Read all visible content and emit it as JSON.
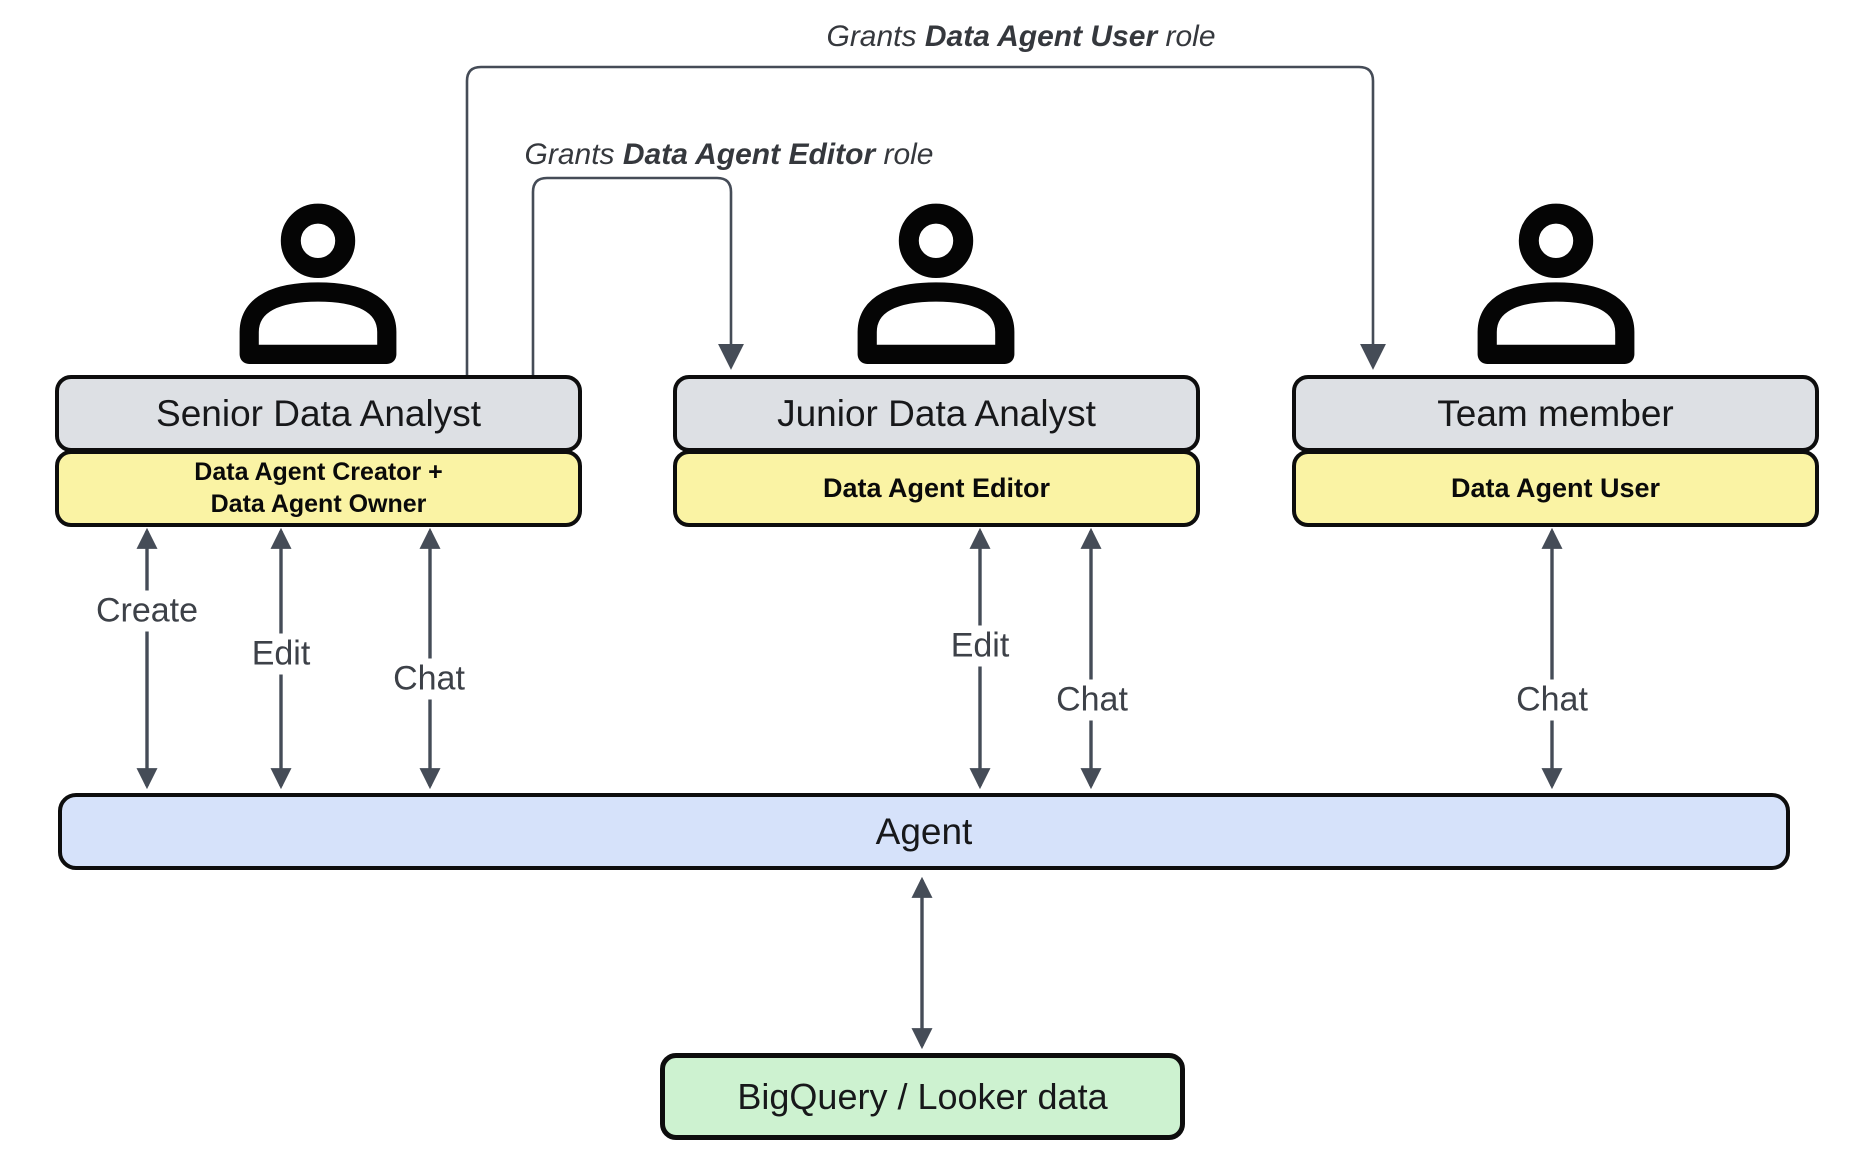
{
  "colors": {
    "actor_title_fill": "#dde0e4",
    "role_fill": "#faf3a4",
    "agent_fill": "#d6e2fa",
    "data_fill": "#cdf2d0",
    "border": "#0d0d0d",
    "arrow": "#454c57",
    "label_text": "#3d4148"
  },
  "grants": {
    "user": {
      "prefix": "Grants",
      "role": "Data Agent User",
      "suffix": "role"
    },
    "editor": {
      "prefix": "Grants",
      "role": "Data Agent Editor",
      "suffix": "role"
    }
  },
  "actors": {
    "senior": {
      "title": "Senior Data Analyst",
      "role": "Data Agent Creator +\nData Agent Owner"
    },
    "junior": {
      "title": "Junior Data Analyst",
      "role": "Data Agent Editor"
    },
    "team": {
      "title": "Team member",
      "role": "Data Agent User"
    }
  },
  "actions": {
    "senior_create": "Create",
    "senior_edit": "Edit",
    "senior_chat": "Chat",
    "junior_edit": "Edit",
    "junior_chat": "Chat",
    "team_chat": "Chat"
  },
  "agent": {
    "label": "Agent"
  },
  "datastore": {
    "label": "BigQuery / Looker data"
  },
  "icons": {
    "senior": "person-icon",
    "junior": "person-icon",
    "team": "person-icon"
  }
}
